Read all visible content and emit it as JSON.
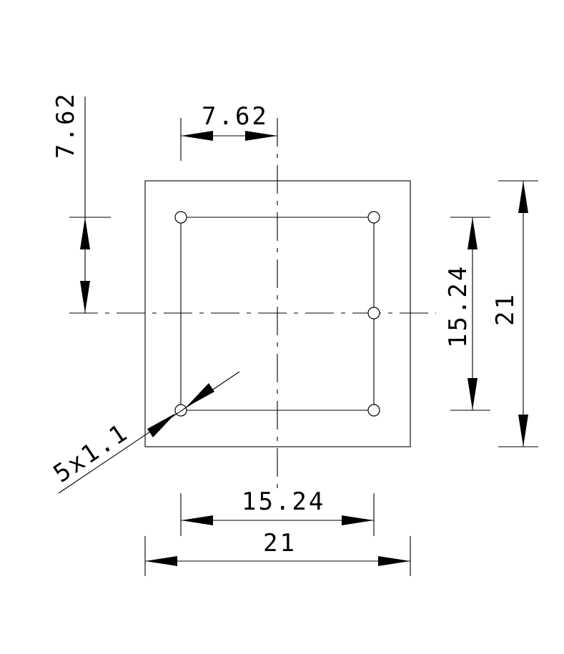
{
  "dimensions": {
    "top_pin_offset": "7.62",
    "left_row_offset": "7.62",
    "pin_pitch_horizontal": "15.24",
    "body_width": "21",
    "pin_pitch_vertical": "15.24",
    "body_height": "21",
    "pin_callout": "5x1.1"
  },
  "pins": {
    "count": 5,
    "diameter_mm": 1.1
  }
}
